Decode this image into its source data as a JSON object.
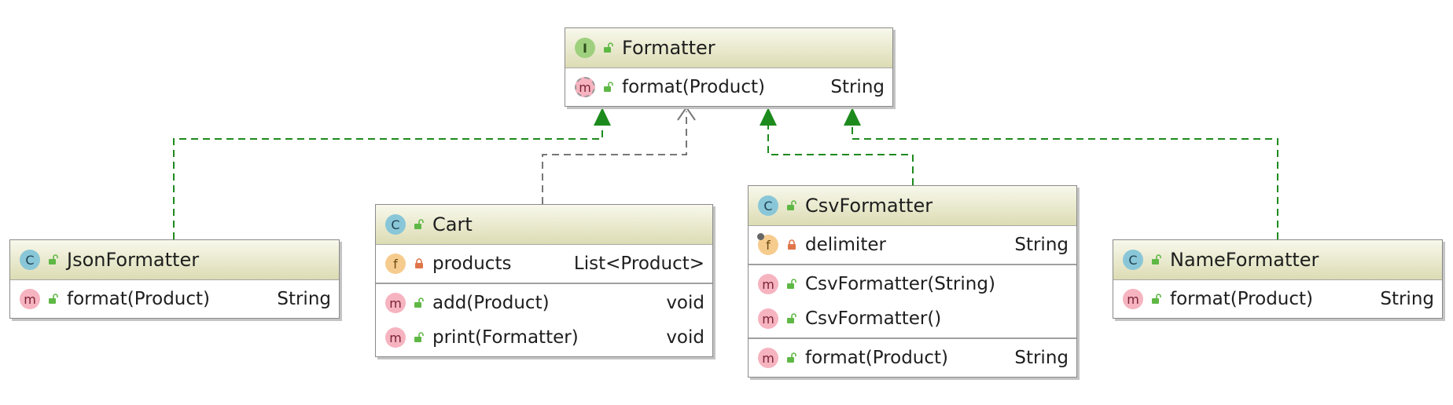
{
  "colors": {
    "realization": "#1d8a1d",
    "dependency": "#777777",
    "public": "#5fb845",
    "private": "#e0754a"
  },
  "formatter": {
    "badge": "I",
    "title": "Formatter",
    "methods": [
      {
        "badge": "m",
        "name": "format(Product)",
        "type": "String",
        "visibility": "public",
        "abstract": true
      }
    ]
  },
  "json_formatter": {
    "badge": "C",
    "title": "JsonFormatter",
    "methods": [
      {
        "badge": "m",
        "name": "format(Product)",
        "type": "String",
        "visibility": "public"
      }
    ]
  },
  "cart": {
    "badge": "C",
    "title": "Cart",
    "fields": [
      {
        "badge": "f",
        "name": "products",
        "type": "List<Product>",
        "visibility": "private"
      }
    ],
    "methods": [
      {
        "badge": "m",
        "name": "add(Product)",
        "type": "void",
        "visibility": "public"
      },
      {
        "badge": "m",
        "name": "print(Formatter)",
        "type": "void",
        "visibility": "public"
      }
    ]
  },
  "csv_formatter": {
    "badge": "C",
    "title": "CsvFormatter",
    "fields": [
      {
        "badge": "f",
        "name": "delimiter",
        "type": "String",
        "visibility": "private",
        "final": true
      }
    ],
    "constructors": [
      {
        "badge": "m",
        "name": "CsvFormatter(String)",
        "type": "",
        "visibility": "public"
      },
      {
        "badge": "m",
        "name": "CsvFormatter()",
        "type": "",
        "visibility": "public"
      }
    ],
    "methods": [
      {
        "badge": "m",
        "name": "format(Product)",
        "type": "String",
        "visibility": "public"
      }
    ]
  },
  "name_formatter": {
    "badge": "C",
    "title": "NameFormatter",
    "methods": [
      {
        "badge": "m",
        "name": "format(Product)",
        "type": "String",
        "visibility": "public"
      }
    ]
  }
}
